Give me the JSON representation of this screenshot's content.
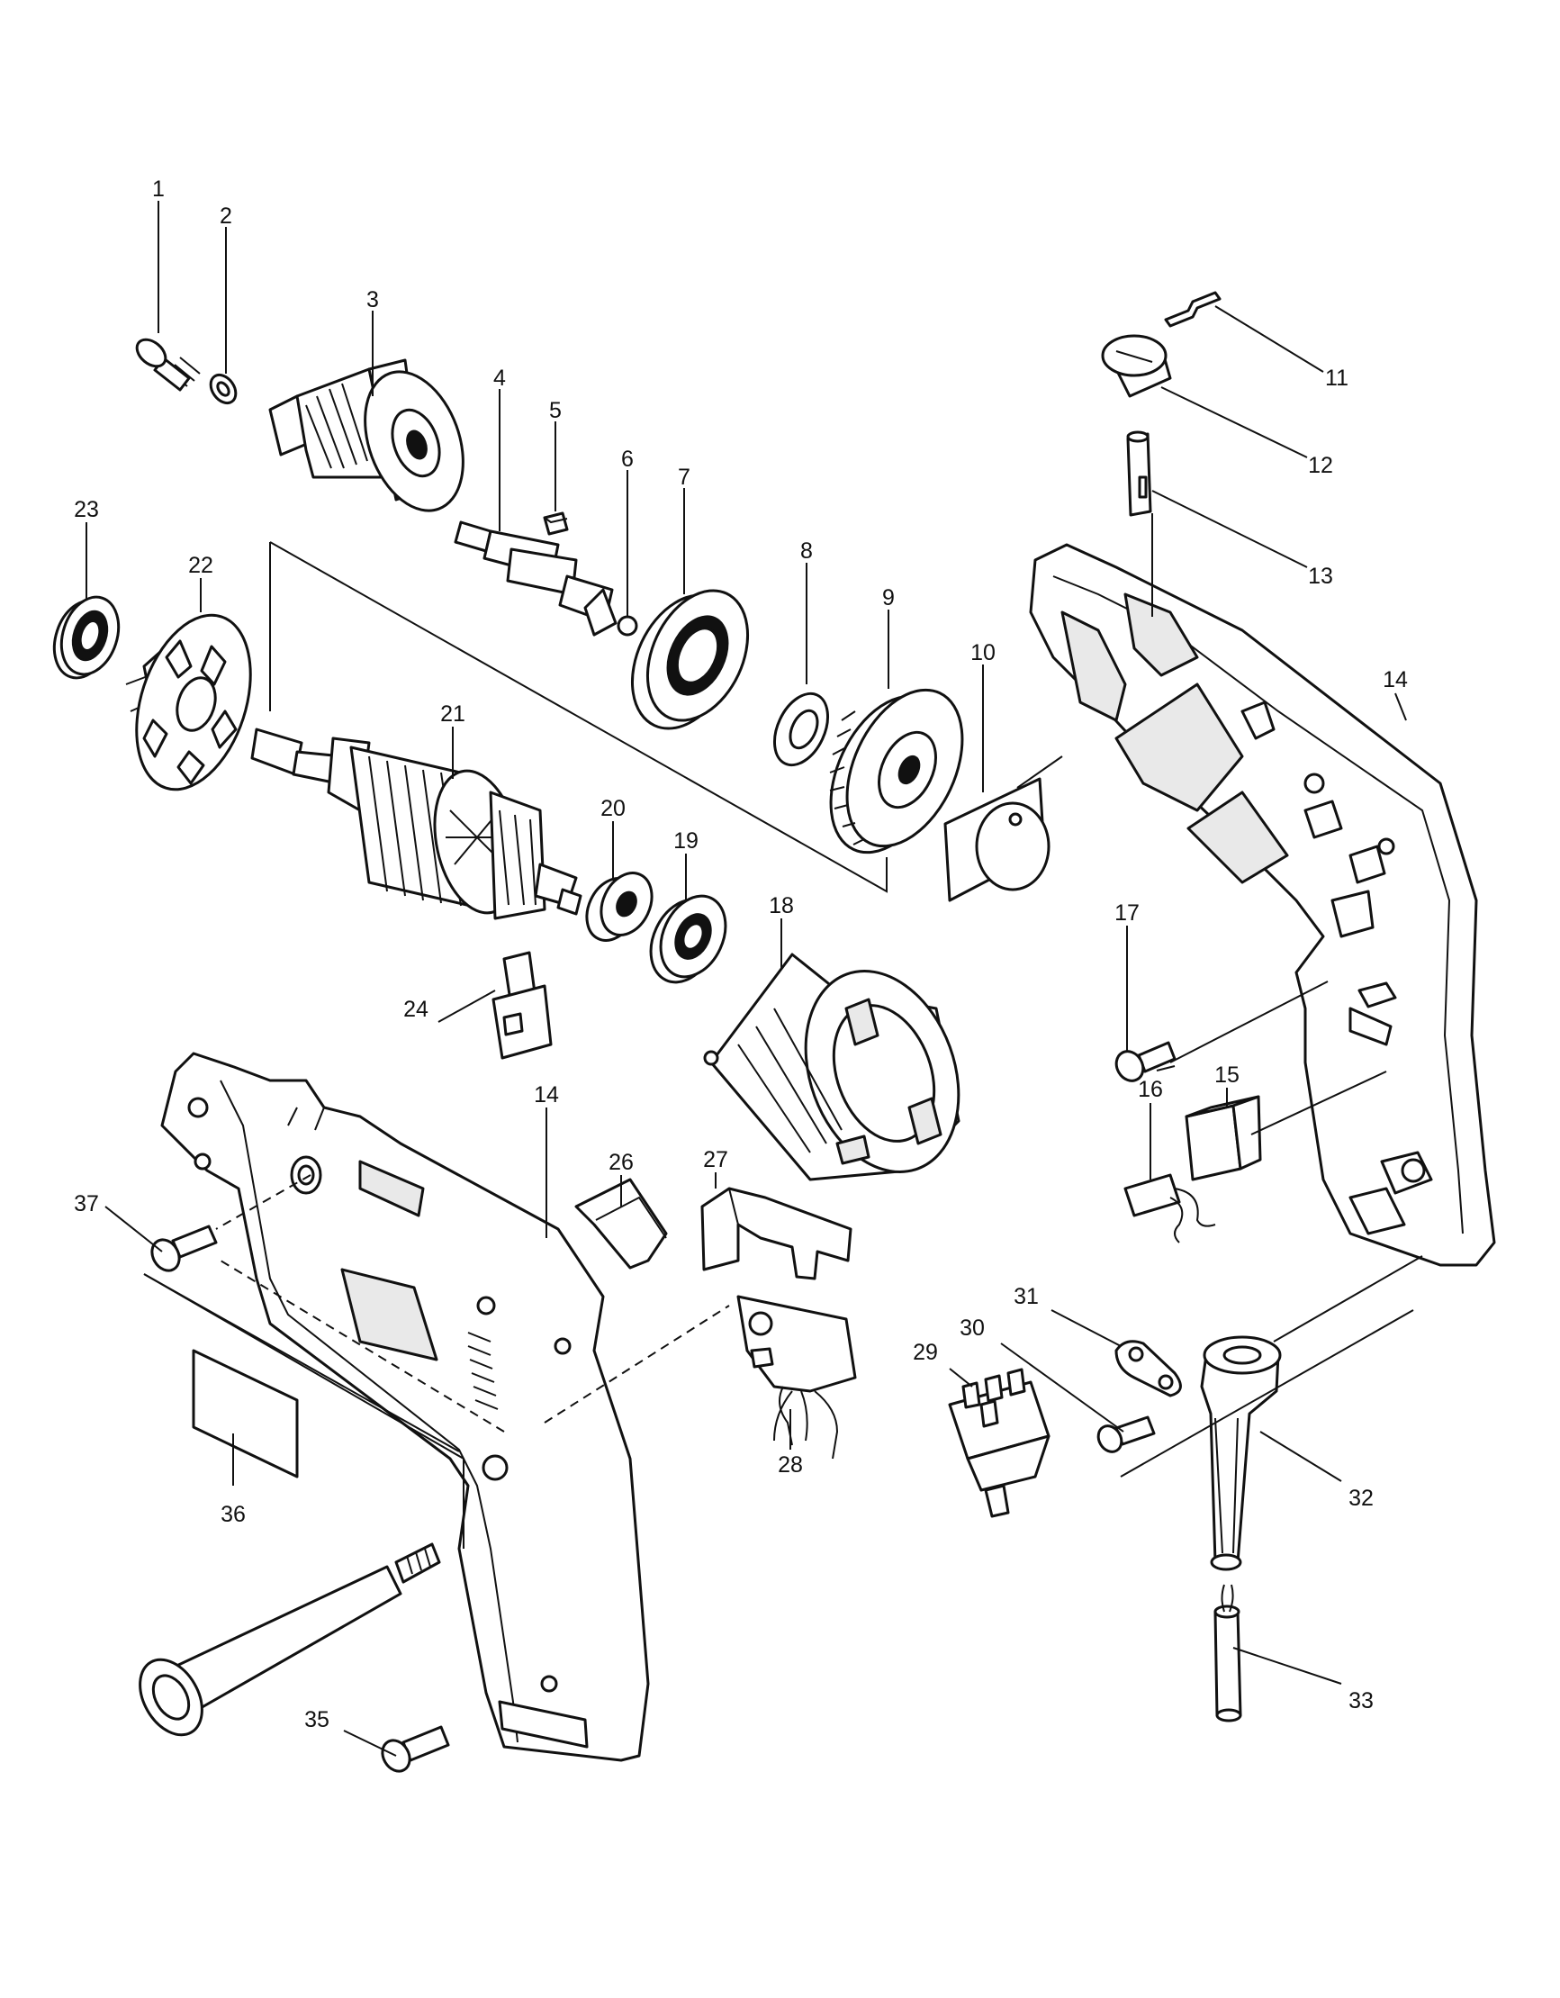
{
  "callouts": [
    "1",
    "2",
    "3",
    "4",
    "5",
    "6",
    "7",
    "8",
    "9",
    "10",
    "11",
    "12",
    "13",
    "14",
    "14",
    "15",
    "16",
    "17",
    "18",
    "19",
    "20",
    "21",
    "22",
    "23",
    "24",
    "26",
    "27",
    "28",
    "29",
    "30",
    "31",
    "32",
    "33",
    "35",
    "36",
    "37"
  ],
  "colors": {
    "ink": "#111111",
    "paper": "#ffffff",
    "shade": "#e9e9e9"
  }
}
